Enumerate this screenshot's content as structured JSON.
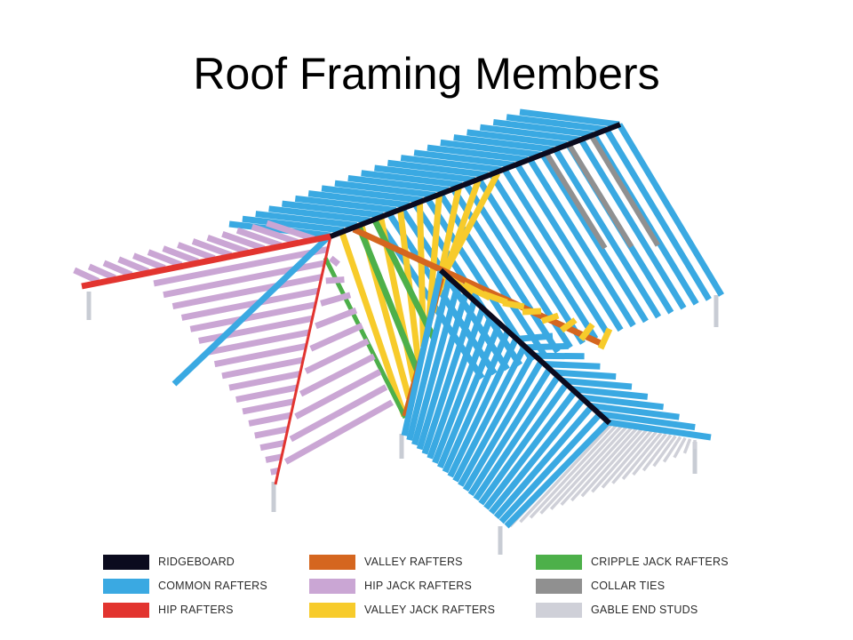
{
  "title": "Roof Framing Members",
  "colors": {
    "ridgeboard": "#0b0b1e",
    "common_rafters": "#3aa9e2",
    "hip_rafters": "#e2342f",
    "valley_rafters": "#d5661f",
    "hip_jack_rafters": "#caa6d4",
    "valley_jack_rafters": "#f7cb2b",
    "cripple_jack_rafters": "#4db04a",
    "collar_ties": "#909090",
    "gable_end_studs": "#cfd0d8",
    "wall_post": "#c8ccd4"
  },
  "legend": [
    {
      "label": "RIDGEBOARD",
      "color": "#0b0b1e"
    },
    {
      "label": "COMMON RAFTERS",
      "color": "#3aa9e2"
    },
    {
      "label": "HIP RAFTERS",
      "color": "#e2342f"
    },
    {
      "label": "VALLEY RAFTERS",
      "color": "#d5661f"
    },
    {
      "label": "HIP JACK RAFTERS",
      "color": "#caa6d4"
    },
    {
      "label": "VALLEY JACK RAFTERS",
      "color": "#f7cb2b"
    },
    {
      "label": "CRIPPLE JACK RAFTERS",
      "color": "#4db04a"
    },
    {
      "label": "COLLAR TIES",
      "color": "#909090"
    },
    {
      "label": "GABLE END STUDS",
      "color": "#cfd0d8"
    }
  ]
}
